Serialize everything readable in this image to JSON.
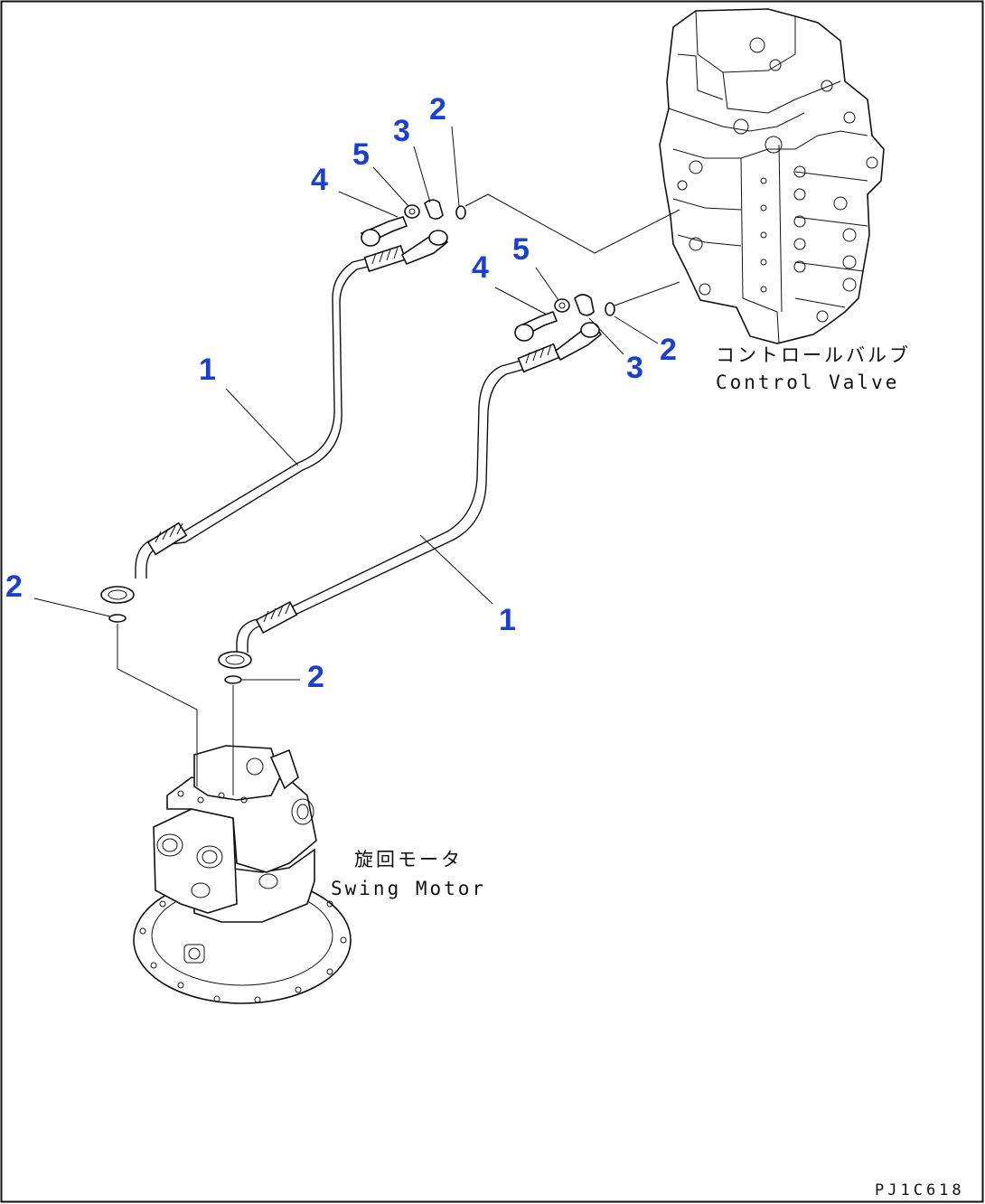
{
  "callouts": {
    "c1_upper": "1",
    "c1_lower": "1",
    "c2_top": "2",
    "c2_right": "2",
    "c2_left": "2",
    "c2_bottom": "2",
    "c3_top": "3",
    "c3_right": "3",
    "c4_top": "4",
    "c4_right": "4",
    "c5_top": "5",
    "c5_right": "5"
  },
  "labels": {
    "control_valve_jp": "コントロールバルブ",
    "control_valve_en": "Control Valve",
    "swing_motor_jp": "旋回モータ",
    "swing_motor_en": "Swing Motor"
  },
  "drawing_code": "PJ1C618",
  "colors": {
    "callout": "#1a3fd6",
    "line": "#111111",
    "background": "#ffffff"
  }
}
